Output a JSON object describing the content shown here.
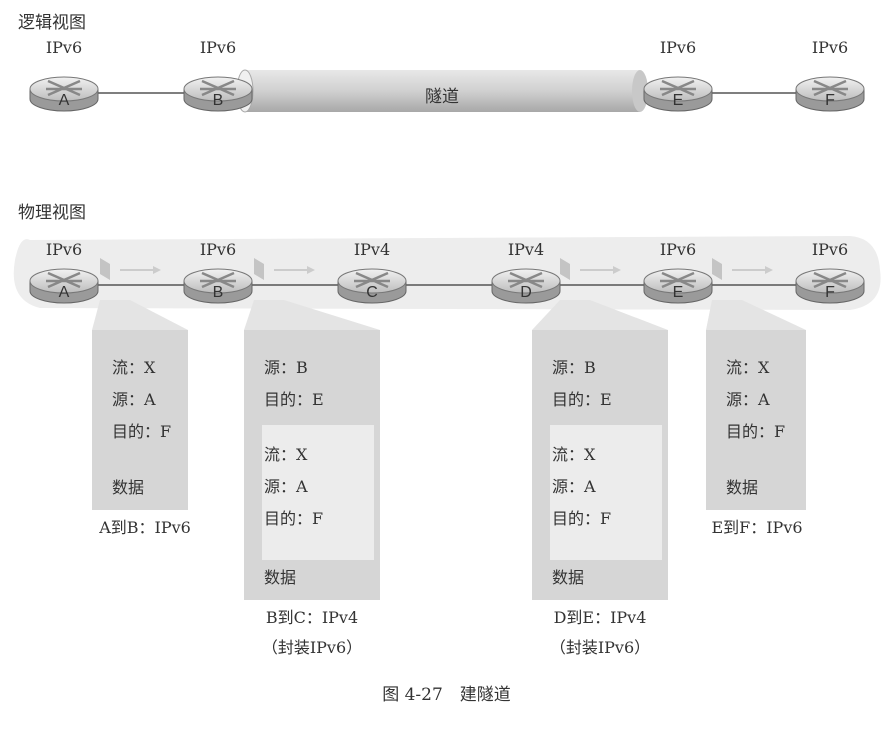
{
  "logical": {
    "title": "逻辑视图",
    "tunnel_label": "隧道",
    "routers": [
      {
        "name": "A",
        "proto": "IPv6"
      },
      {
        "name": "B",
        "proto": "IPv6"
      },
      {
        "name": "E",
        "proto": "IPv6"
      },
      {
        "name": "F",
        "proto": "IPv6"
      }
    ]
  },
  "physical": {
    "title": "物理视图",
    "routers": [
      {
        "name": "A",
        "proto": "IPv6"
      },
      {
        "name": "B",
        "proto": "IPv6"
      },
      {
        "name": "C",
        "proto": "IPv4"
      },
      {
        "name": "D",
        "proto": "IPv4"
      },
      {
        "name": "E",
        "proto": "IPv6"
      },
      {
        "name": "F",
        "proto": "IPv6"
      }
    ],
    "packets": [
      {
        "outer": [],
        "inner": [
          "流：X",
          "源：A",
          "目的：F"
        ],
        "data": "数据",
        "caption": [
          "A到B：IPv6"
        ]
      },
      {
        "outer": [
          "源：B",
          "目的：E"
        ],
        "inner": [
          "流：X",
          "源：A",
          "目的：F"
        ],
        "data": "数据",
        "caption": [
          "B到C：IPv4",
          "（封装IPv6）"
        ]
      },
      {
        "outer": [
          "源：B",
          "目的：E"
        ],
        "inner": [
          "流：X",
          "源：A",
          "目的：F"
        ],
        "data": "数据",
        "caption": [
          "D到E：IPv4",
          "（封装IPv6）"
        ]
      },
      {
        "outer": [],
        "inner": [
          "流：X",
          "源：A",
          "目的：F"
        ],
        "data": "数据",
        "caption": [
          "E到F：IPv6"
        ]
      }
    ]
  },
  "figure_caption": "图 4-27　建隧道"
}
